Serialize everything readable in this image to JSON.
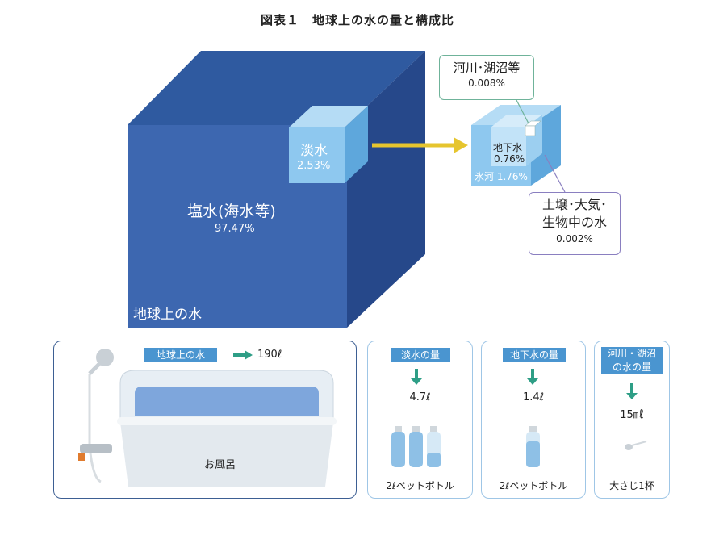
{
  "title": "図表１　地球上の水の量と構成比",
  "cube": {
    "earth_water_label": "地球上の水",
    "salt_label": "塩水(海水等)",
    "salt_pct": "97.47%",
    "fresh_label": "淡水",
    "fresh_pct": "2.53%"
  },
  "small_cube": {
    "ground_label": "地下水",
    "ground_pct": "0.76%",
    "glacier_label": "氷河 1.76%"
  },
  "callouts": {
    "rivers_label": "河川･湖沼等",
    "rivers_pct": "0.008%",
    "soil_line1": "土壌･大気･",
    "soil_line2": "生物中の水",
    "soil_pct": "0.002%"
  },
  "panels": {
    "bath": {
      "head": "地球上の水",
      "qty": "190ℓ",
      "caption": "お風呂"
    },
    "fresh": {
      "head": "淡水の量",
      "qty": "4.7ℓ",
      "caption": "2ℓペットボトル"
    },
    "ground": {
      "head": "地下水の量",
      "qty": "1.4ℓ",
      "caption": "2ℓペットボトル"
    },
    "rivers": {
      "head_line1": "河川・湖沼",
      "head_line2": "の水の量",
      "qty": "15㎖",
      "caption": "大さじ1杯"
    }
  },
  "colors": {
    "cube_front": "#3d67b0",
    "cube_top": "#2f5aa0",
    "cube_side": "#26488a",
    "fresh": "#8ec8ef",
    "arrow_yellow": "#e6c52e",
    "arrow_green": "#2e9e86",
    "panel_head": "#4a95d0"
  }
}
